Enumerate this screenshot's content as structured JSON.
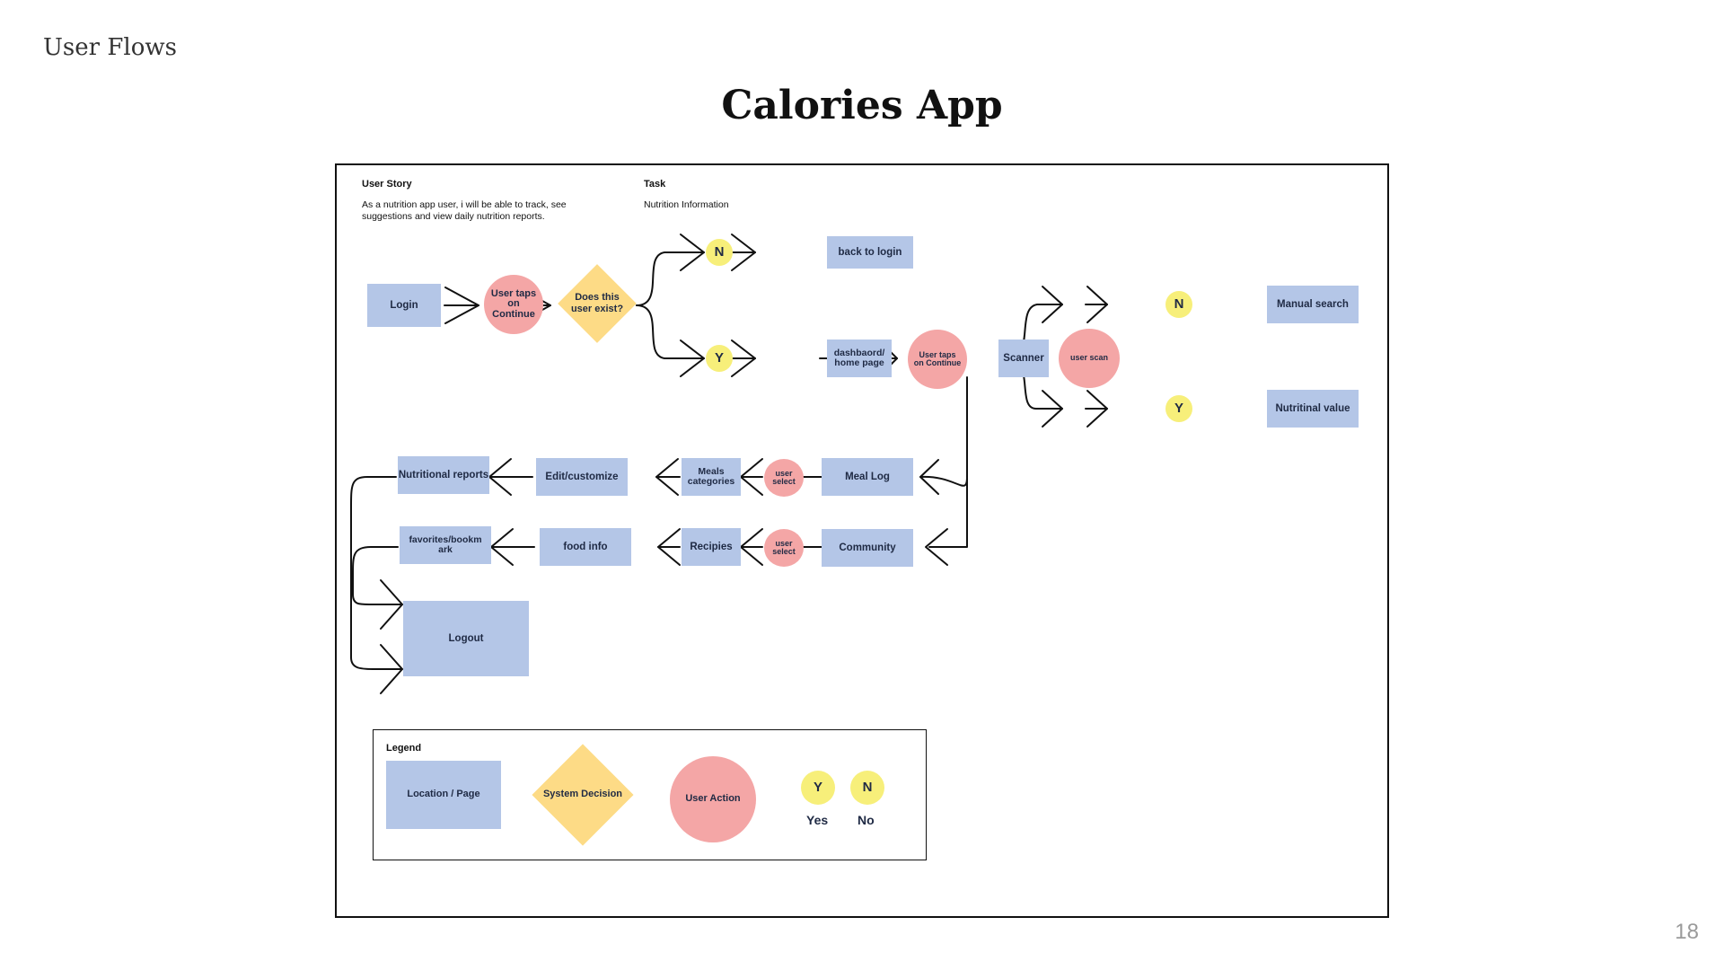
{
  "section_title": "User Flows",
  "title": "Calories App",
  "page_number": "18",
  "story": {
    "user_story_heading": "User Story",
    "user_story_line1": "As a nutrition app user, i will be able to track, see",
    "user_story_line2": "suggestions and view daily nutrition reports.",
    "task_heading": "Task",
    "task_text": "Nutrition Information"
  },
  "nodes": {
    "login": "Login",
    "user_taps_continue_1": "User taps on Continue",
    "does_user_exist": "Does this user exist?",
    "no_1": "N",
    "back_to_login": "back to login",
    "yes_1": "Y",
    "dashboard": "dashbaord/ home page",
    "user_taps_continue_2": "User taps on Continue",
    "scanner": "Scanner",
    "user_scan": "user scan",
    "no_2": "N",
    "manual_search": "Manual search",
    "yes_2": "Y",
    "nutritional_value": "Nutritinal value",
    "meal_log": "Meal Log",
    "user_select_1": "user select",
    "meals_categories": "Meals categories",
    "edit_customize": "Edit/customize",
    "nutritional_reports": "Nutritional reports",
    "community": "Community",
    "user_select_2": "user select",
    "recipies": "Recipies",
    "food_info": "food info",
    "favorites": "favorites/bookm ark",
    "logout": "Logout"
  },
  "legend": {
    "title": "Legend",
    "location": "Location / Page",
    "decision": "System Decision",
    "action": "User Action",
    "yes_symbol": "Y",
    "no_symbol": "N",
    "yes_label": "Yes",
    "no_label": "No"
  },
  "colors": {
    "location": "#b4c6e7",
    "user_action": "#f4a6a6",
    "decision": "#fddb86",
    "yes_no": "#f7ef7a",
    "line": "#111111"
  }
}
